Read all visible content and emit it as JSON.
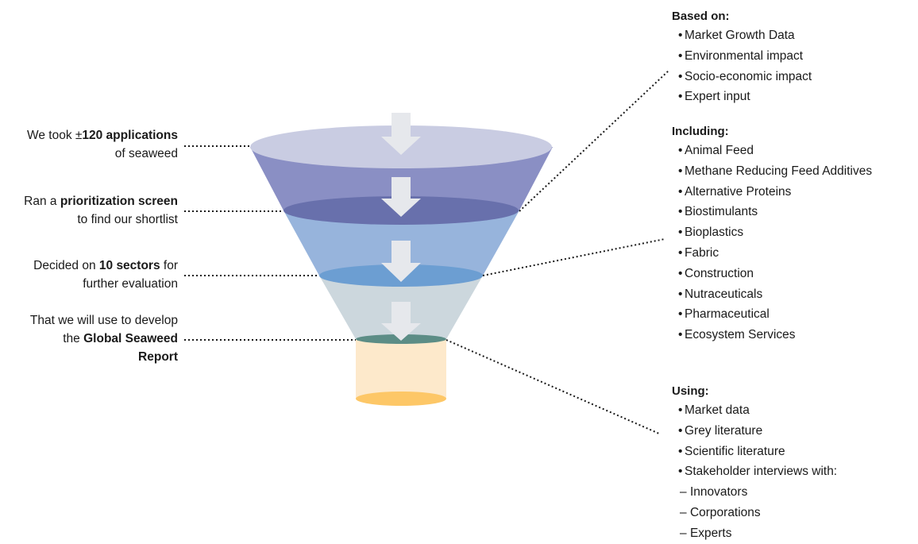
{
  "left_labels": [
    {
      "pre": "We took ±",
      "bold": "120 applications",
      "post": "",
      "line2_pre": "of seaweed",
      "line2_bold": "",
      "line2_post": "",
      "line3": ""
    },
    {
      "pre": "Ran a ",
      "bold": "prioritization screen",
      "post": "",
      "line2_pre": "to find our shortlist",
      "line2_bold": "",
      "line2_post": "",
      "line3": ""
    },
    {
      "pre": "Decided on ",
      "bold": "10 sectors",
      "post": " for",
      "line2_pre": "further evaluation",
      "line2_bold": "",
      "line2_post": "",
      "line3": ""
    },
    {
      "pre": "That we will use to develop",
      "bold": "",
      "post": "",
      "line2_pre": "the ",
      "line2_bold": "Global Seaweed",
      "line2_post": "",
      "line3": "Report"
    }
  ],
  "right_groups": [
    {
      "heading": "Based on:",
      "items": [
        "Market Growth Data",
        "Environmental impact",
        "Socio-economic impact",
        "Expert input"
      ],
      "sub_items": []
    },
    {
      "heading": "Including:",
      "items": [
        "Animal Feed",
        "Methane Reducing Feed Additives",
        "Alternative Proteins",
        "Biostimulants",
        "Bioplastics",
        "Fabric",
        "Construction",
        "Nutraceuticals",
        "Pharmaceutical",
        "Ecosystem Services"
      ],
      "sub_items": []
    },
    {
      "heading": "Using:",
      "items": [
        "Market data",
        "Grey literature",
        "Scientific literature",
        "Stakeholder interviews with:"
      ],
      "sub_items": [
        "Innovators",
        "Corporations",
        "Experts"
      ]
    }
  ],
  "colors": {
    "tier1_rim": "#c9cce2",
    "tier1_body": "#8a8fc4",
    "tier2_rim": "#6870ac",
    "tier2_body": "#97b4dc",
    "tier3_rim": "#6c9ed2",
    "tier3_body": "#ccd7dd",
    "tier4_rim": "#5c8d86",
    "cup_body": "#fde9cb",
    "cup_bottom": "#fdc767",
    "arrow": "#e6e8ec",
    "dotted": "#1a1a1a"
  }
}
